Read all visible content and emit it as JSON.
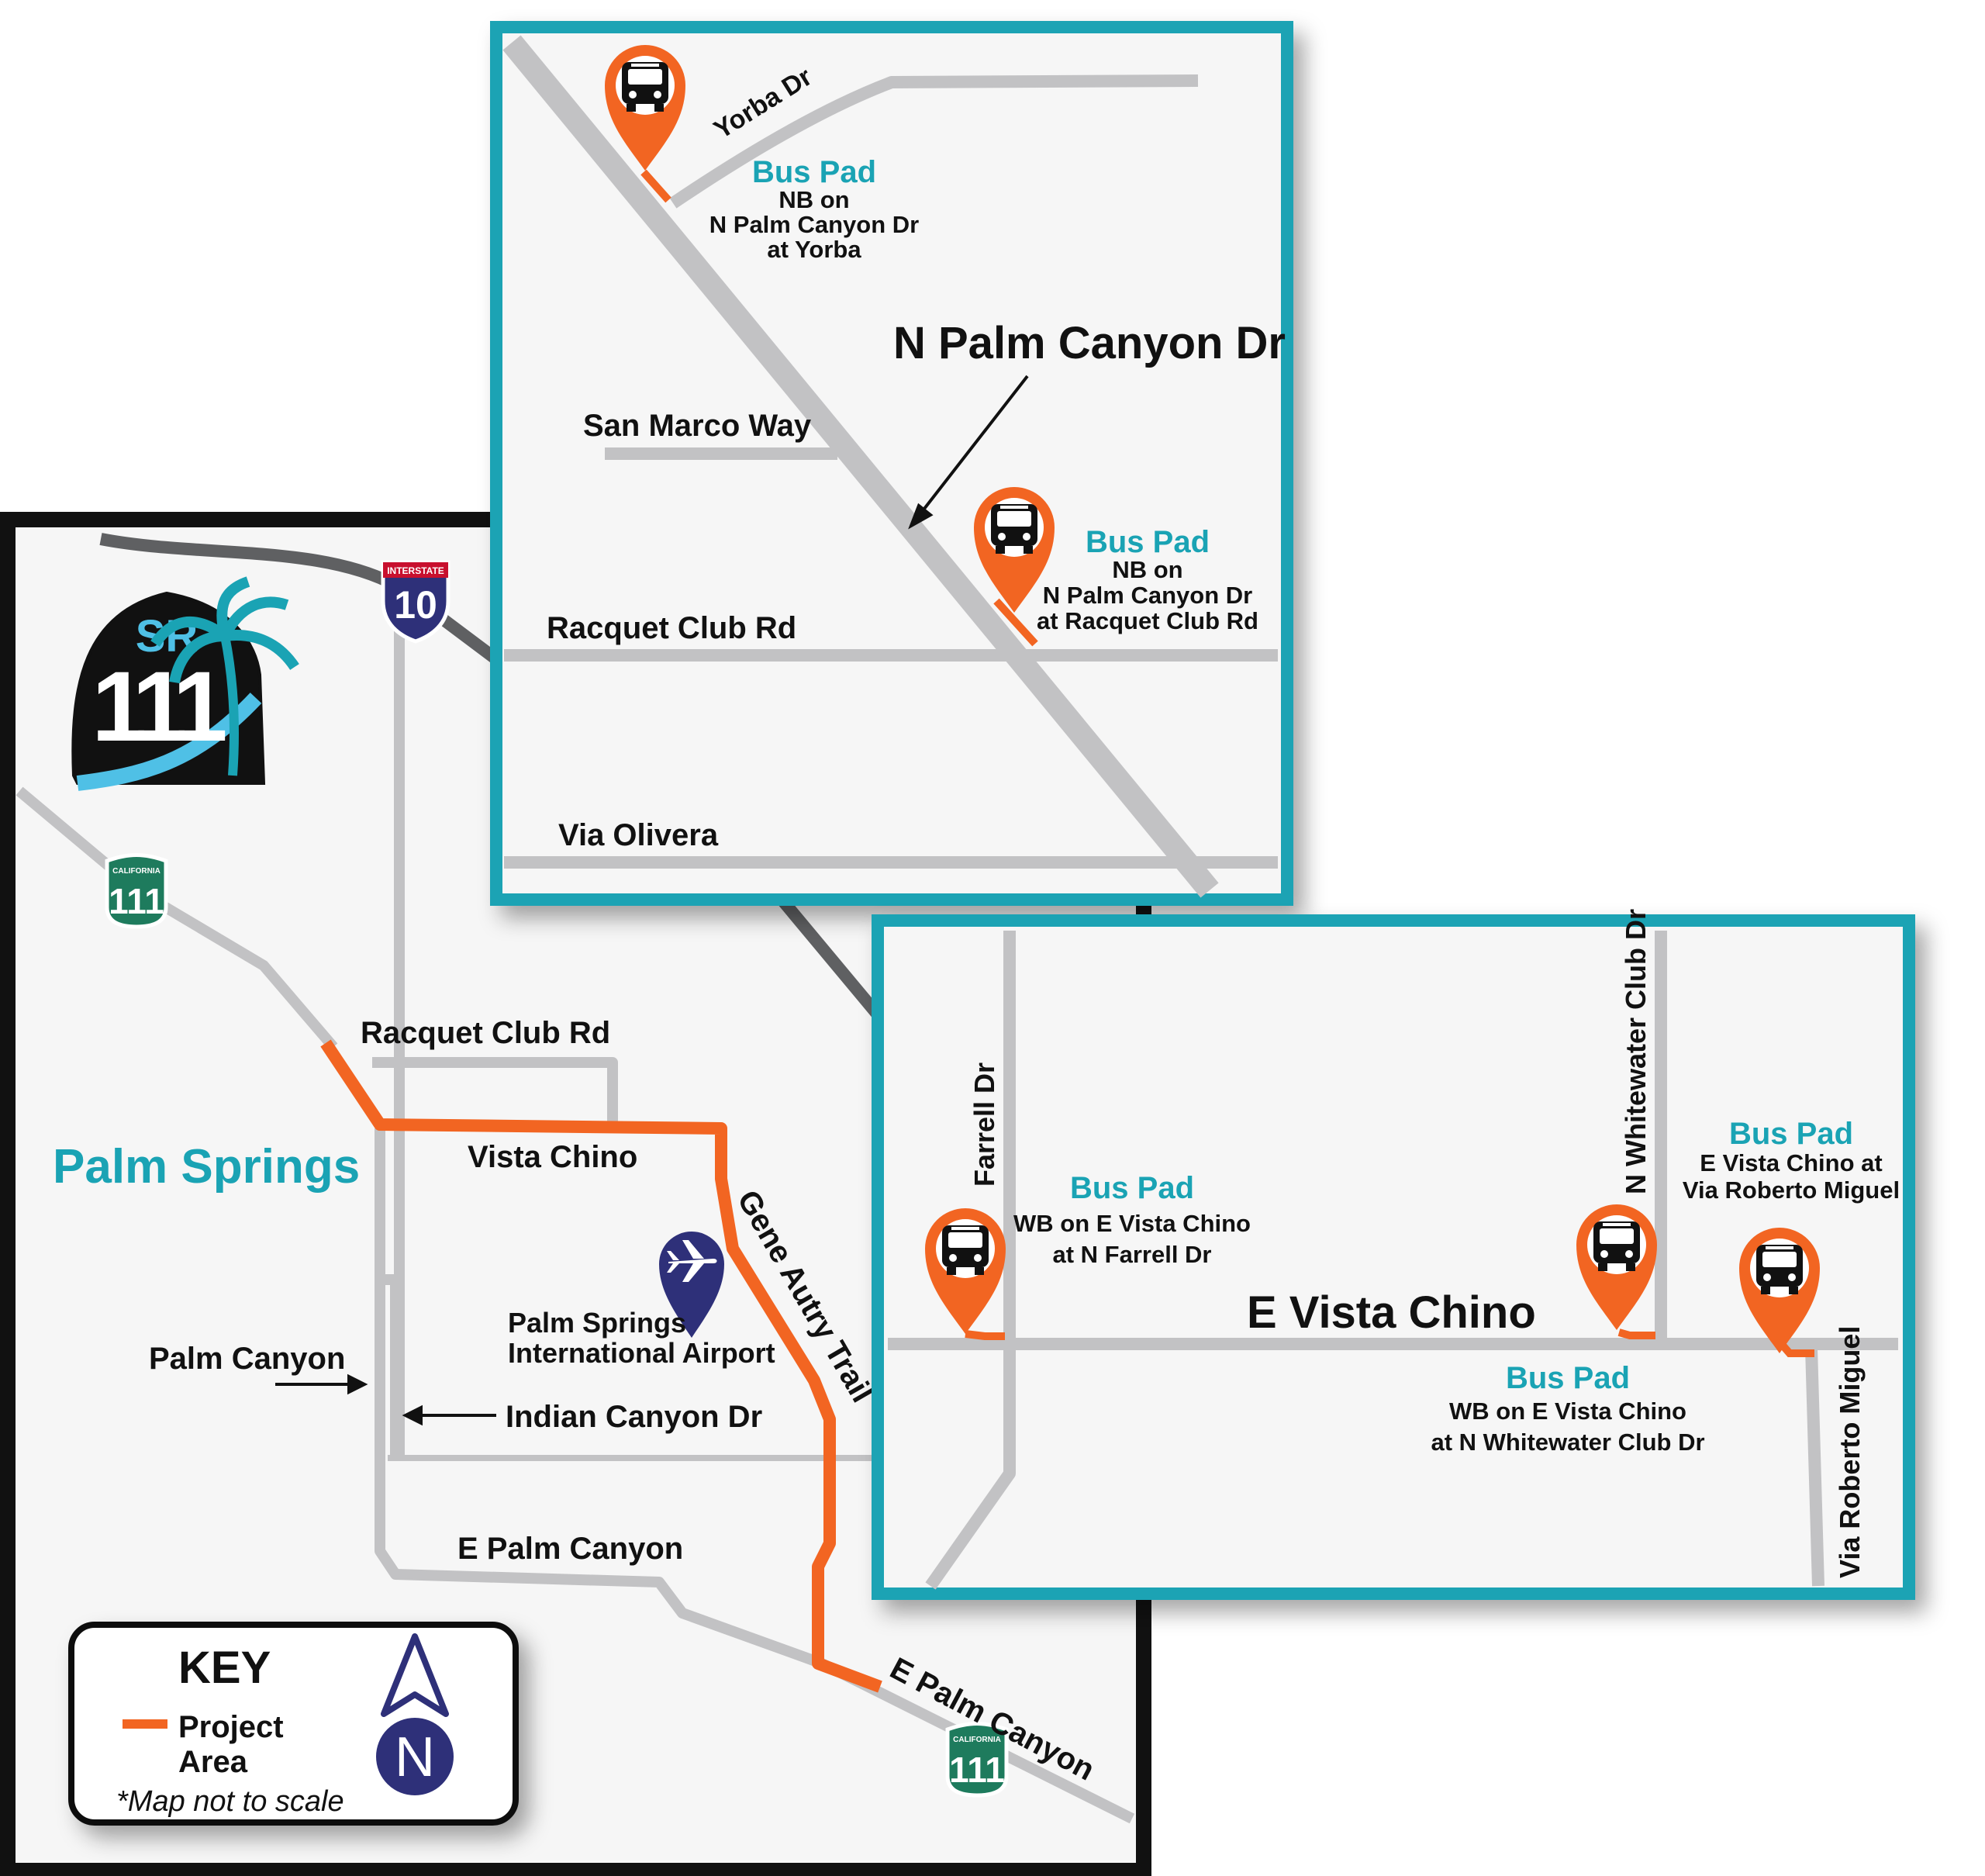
{
  "colors": {
    "road": "#c2c2c4",
    "interstate_road": "#5f6062",
    "project": "#f26522",
    "inset_border": "#1aa3b4",
    "main_border": "#111111",
    "map_bg": "#f6f6f6",
    "pin": "#f26522",
    "airport_pin": "#2e3079",
    "teal_text": "#1aa3b4"
  },
  "main_map": {
    "city_label": "Palm Springs",
    "streets": {
      "racquet_club": "Racquet Club Rd",
      "vista_chino": "Vista Chino",
      "gene_autry": "Gene Autry Trail",
      "palm_canyon": "Palm Canyon",
      "indian_canyon": "Indian Canyon Dr",
      "e_palm_canyon": "E Palm Canyon",
      "e_palm_canyon_2": "E Palm Canyon"
    },
    "airport_label_1": "Palm Springs",
    "airport_label_2": "International Airport",
    "interstate_shield": {
      "top": "INTERSTATE",
      "number": "10"
    },
    "state_route_shield_1": {
      "top": "CALIFORNIA",
      "number": "111"
    },
    "state_route_shield_2": {
      "top": "CALIFORNIA",
      "number": "111"
    },
    "sr111_logo": {
      "top": "SR",
      "number": "111"
    }
  },
  "key": {
    "title": "KEY",
    "project_line1": "Project",
    "project_line2": "Area",
    "note": "*Map not to scale",
    "north_letter": "N"
  },
  "inset_north": {
    "title": "N Palm Canyon Dr",
    "streets": {
      "yorba": "Yorba Dr",
      "san_marco": "San Marco Way",
      "racquet_club": "Racquet Club Rd",
      "via_olivera": "Via Olivera"
    },
    "pads": [
      {
        "title": "Bus Pad",
        "line1": "NB on",
        "line2": "N Palm Canyon Dr",
        "line3": "at Yorba"
      },
      {
        "title": "Bus Pad",
        "line1": "NB on",
        "line2": "N Palm Canyon Dr",
        "line3": "at Racquet Club Rd"
      }
    ]
  },
  "inset_east": {
    "title": "E Vista Chino",
    "streets": {
      "farrell": "Farrell Dr",
      "whitewater": "N Whitewater Club Dr",
      "via_roberto": "Via Roberto Miguel"
    },
    "pads": [
      {
        "title": "Bus Pad",
        "line1": "WB on E Vista Chino",
        "line2": "at N Farrell Dr"
      },
      {
        "title": "Bus Pad",
        "line1": "WB on E Vista Chino",
        "line2": "at N Whitewater Club Dr"
      },
      {
        "title": "Bus Pad",
        "line1": "E Vista Chino at",
        "line2": "Via Roberto Miguel"
      }
    ]
  },
  "icons": [
    "bus-icon",
    "airplane-icon",
    "north-arrow-icon",
    "palm-tree-icon"
  ]
}
